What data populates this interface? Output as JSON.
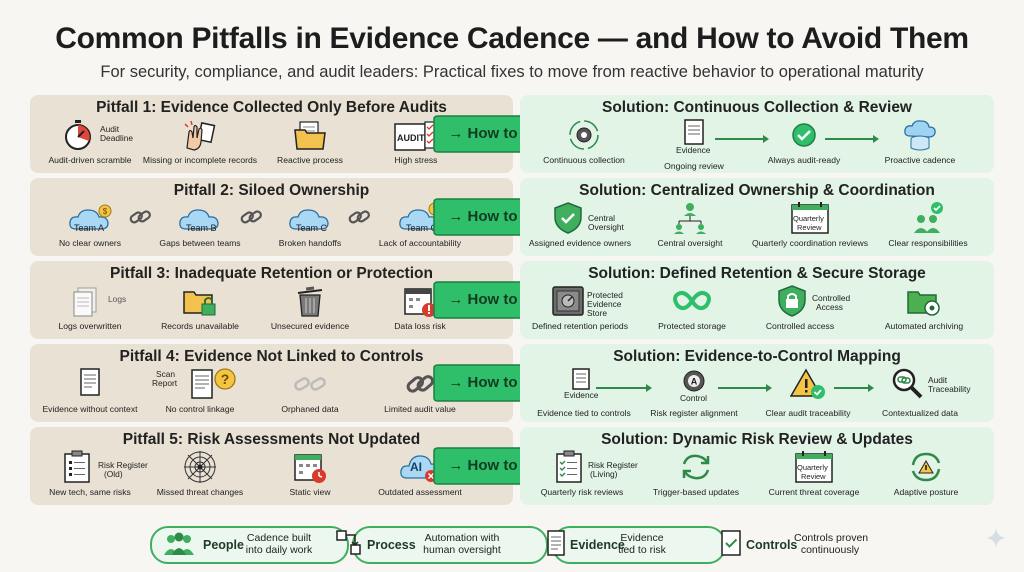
{
  "title": "Common Pitfalls in Evidence Cadence — and How to Avoid Them",
  "subtitle": "For security, compliance, and audit leaders: Practical fixes to move from reactive behavior to operational maturity",
  "arrow_label": "→ How to Avoid It",
  "colors": {
    "pitfall_bg": "#e9e2d4",
    "solution_bg": "#e1f4e6",
    "accent": "#2fbf6a",
    "dark_green": "#2f8a4a",
    "red": "#d93a2b"
  },
  "rows": [
    {
      "pitfall_title": "Pitfall 1: Evidence Collected Only Before Audits",
      "pitfall_items": [
        {
          "icon": "stopwatch-icon",
          "caption": "Audit-driven scramble",
          "mini": [
            "Audit",
            "Deadline"
          ]
        },
        {
          "icon": "stressed-hand-icon",
          "caption": "Missing or incomplete records"
        },
        {
          "icon": "folder-icon",
          "caption": "Reactive process"
        },
        {
          "icon": "audit-checklist-icon",
          "caption": "High stress",
          "mini": [
            "AUDIT"
          ]
        }
      ],
      "solution_title": "Solution: Continuous Collection & Review",
      "solution_items": [
        {
          "icon": "gear-cycle-icon",
          "caption": "Continuous collection"
        },
        {
          "icon": "document-icon",
          "caption": "Ongoing review",
          "mini": [
            "Evidence"
          ]
        },
        {
          "icon": "check-circle-icon",
          "caption": "Always audit-ready"
        },
        {
          "icon": "cloud-database-icon",
          "caption": "Proactive cadence"
        }
      ]
    },
    {
      "pitfall_title": "Pitfall 2: Siloed Ownership",
      "pitfall_items": [
        {
          "icon": "cloud-team-icon",
          "caption": "No clear owners",
          "mini": [
            "Team A"
          ]
        },
        {
          "icon": "cloud-team-icon",
          "caption": "Gaps between teams",
          "mini": [
            "Team B"
          ]
        },
        {
          "icon": "cloud-team-icon",
          "caption": "Broken handoffs",
          "mini": [
            "Team C"
          ]
        },
        {
          "icon": "cloud-team-icon",
          "caption": "Lack of accountability",
          "mini": [
            "Team C"
          ]
        }
      ],
      "solution_title": "Solution: Centralized Ownership & Coordination",
      "solution_items": [
        {
          "icon": "shield-check-icon",
          "caption": "Assigned evidence owners",
          "mini": [
            "Central",
            "Oversight"
          ]
        },
        {
          "icon": "org-chart-icon",
          "caption": "Central oversight"
        },
        {
          "icon": "calendar-review-icon",
          "caption": "Quarterly coordination reviews",
          "mini": [
            "Quarterly",
            "Review"
          ]
        },
        {
          "icon": "people-check-icon",
          "caption": "Clear responsibilities"
        }
      ]
    },
    {
      "pitfall_title": "Pitfall 3: Inadequate Retention or Protection",
      "pitfall_items": [
        {
          "icon": "faded-logs-icon",
          "caption": "Logs overwritten",
          "mini": [
            "Logs"
          ]
        },
        {
          "icon": "locked-folder-icon",
          "caption": "Records unavailable"
        },
        {
          "icon": "trash-icon",
          "caption": "Unsecured evidence"
        },
        {
          "icon": "calendar-alert-icon",
          "caption": "Data loss risk"
        }
      ],
      "solution_title": "Solution: Defined Retention & Secure Storage",
      "solution_items": [
        {
          "icon": "safe-icon",
          "caption": "Defined retention periods",
          "mini": [
            "Protected",
            "Evidence",
            "Store"
          ]
        },
        {
          "icon": "infinity-icon",
          "caption": "Protected storage"
        },
        {
          "icon": "shield-lock-icon",
          "caption": "Controlled access",
          "mini": [
            "Controlled",
            "Access"
          ]
        },
        {
          "icon": "archive-folder-icon",
          "caption": "Automated archiving"
        }
      ]
    },
    {
      "pitfall_title": "Pitfall 4: Evidence Not Linked to Controls",
      "pitfall_items": [
        {
          "icon": "document-icon",
          "caption": "Evidence without context"
        },
        {
          "icon": "question-icon",
          "caption": "No control linkage",
          "mini": [
            "Scan",
            "Report"
          ]
        },
        {
          "icon": "broken-link-icon",
          "caption": "Orphaned data"
        },
        {
          "icon": "link-icon",
          "caption": "Limited audit value"
        }
      ],
      "solution_title": "Solution: Evidence-to-Control Mapping",
      "solution_items": [
        {
          "icon": "document-icon",
          "caption": "Evidence tied to controls",
          "mini": [
            "Evidence"
          ]
        },
        {
          "icon": "control-gear-icon",
          "caption": "Risk register alignment",
          "mini": [
            "Control"
          ]
        },
        {
          "icon": "warning-check-icon",
          "caption": "Clear audit traceability"
        },
        {
          "icon": "magnify-link-icon",
          "caption": "Contextualized data",
          "mini": [
            "Audit",
            "Traceability"
          ]
        }
      ]
    },
    {
      "pitfall_title": "Pitfall 5: Risk Assessments Not Updated",
      "pitfall_items": [
        {
          "icon": "clipboard-icon",
          "caption": "New tech, same risks",
          "mini": [
            "Risk Register",
            "(Old)"
          ]
        },
        {
          "icon": "spiderweb-icon",
          "caption": "Missed threat changes"
        },
        {
          "icon": "calendar-clock-icon",
          "caption": "Static view"
        },
        {
          "icon": "ai-cloud-icon",
          "caption": "Outdated assessment",
          "mini": [
            "AI"
          ]
        }
      ],
      "solution_title": "Solution: Dynamic Risk Review & Updates",
      "solution_items": [
        {
          "icon": "clipboard-check-icon",
          "caption": "Quarterly risk reviews",
          "mini": [
            "Risk Register",
            "(Living)"
          ]
        },
        {
          "icon": "sync-arrows-icon",
          "caption": "Trigger-based updates"
        },
        {
          "icon": "calendar-review-icon",
          "caption": "Current threat coverage",
          "mini": [
            "Quarterly",
            "Review"
          ]
        },
        {
          "icon": "adaptive-cycle-icon",
          "caption": "Adaptive posture"
        }
      ]
    }
  ],
  "bottom": [
    {
      "icon": "people-icon",
      "label": "People",
      "desc": [
        "Cadence built",
        "into daily work"
      ]
    },
    {
      "icon": "process-icon",
      "label": "Process",
      "desc": [
        "Automation with",
        "human oversight"
      ]
    },
    {
      "icon": "evidence-doc-icon",
      "label": "Evidence",
      "desc": [
        "Evidence",
        "tied to risk"
      ]
    },
    {
      "icon": "controls-check-icon",
      "label": "Controls",
      "desc": [
        "Controls proven",
        "continuously"
      ]
    }
  ]
}
